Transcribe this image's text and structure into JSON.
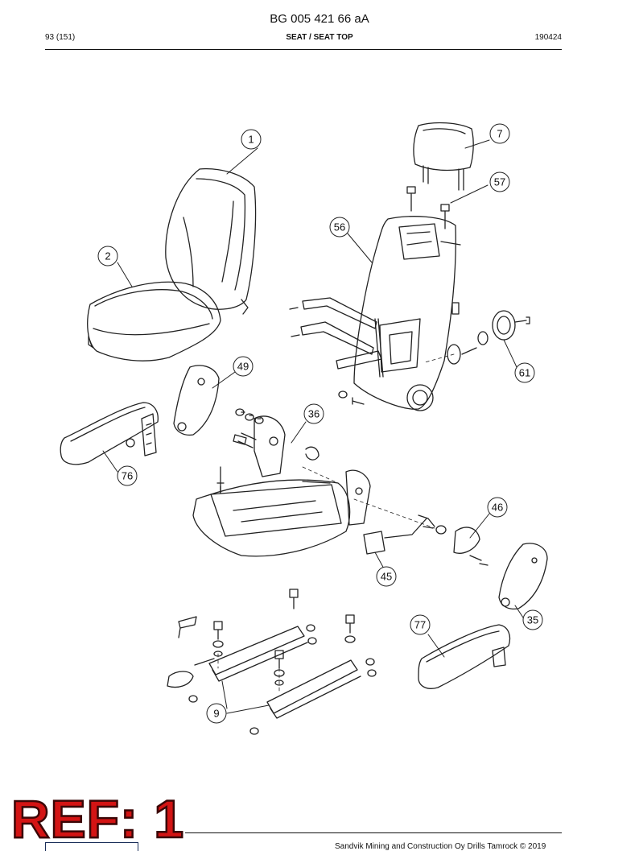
{
  "header": {
    "doc_number": "BG 005 421 66 aA",
    "page": "93 (151)",
    "section": "SEAT / SEAT TOP",
    "date_code": "190424"
  },
  "callouts": [
    "1",
    "7",
    "57",
    "56",
    "2",
    "49",
    "61",
    "36",
    "76",
    "46",
    "45",
    "35",
    "77",
    "9"
  ],
  "stamp": {
    "text": "REF: 1",
    "color": "#d31414"
  },
  "footer": {
    "copyright": "Sandvik Mining and Construction Oy Drills Tamrock © 2019"
  }
}
